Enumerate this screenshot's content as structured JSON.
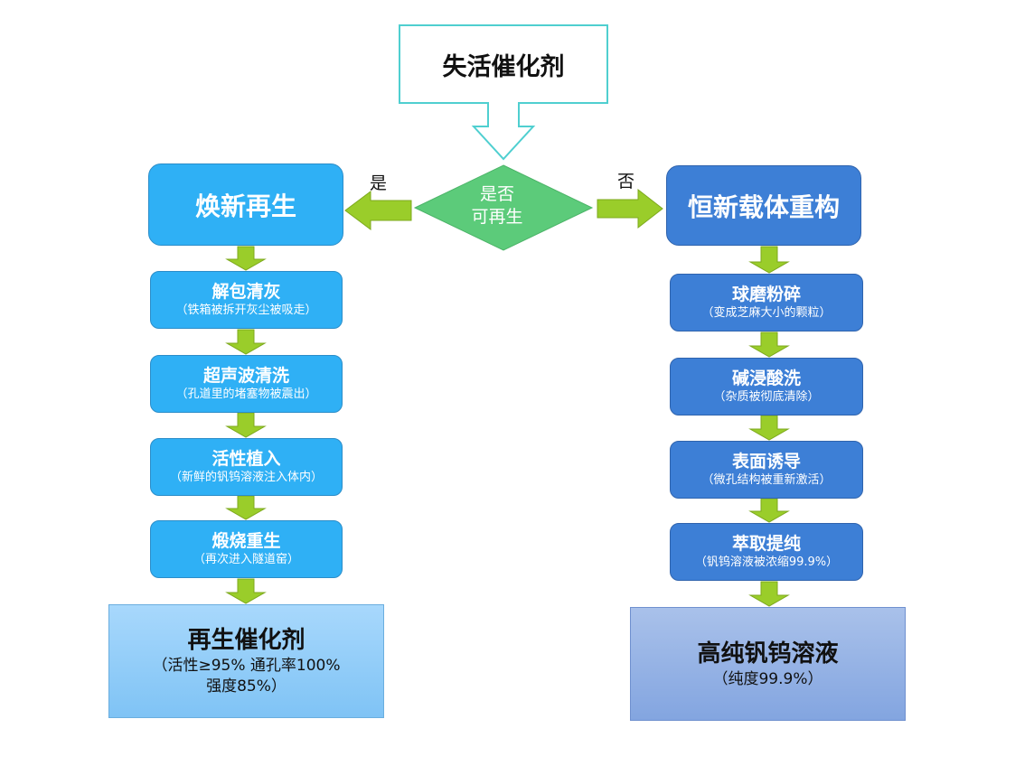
{
  "start": {
    "label": "失活催化剂"
  },
  "decision": {
    "line1": "是否",
    "line2": "可再生"
  },
  "branches": {
    "yes": "是",
    "no": "否"
  },
  "left": {
    "head": "焕新再生",
    "steps": [
      {
        "title": "解包清灰",
        "desc": "（铁箱被拆开灰尘被吸走）"
      },
      {
        "title": "超声波清洗",
        "desc": "（孔道里的堵塞物被震出）"
      },
      {
        "title": "活性植入",
        "desc": "（新鲜的钒钨溶液注入体内）"
      },
      {
        "title": "煅烧重生",
        "desc": "（再次进入隧道窑）"
      }
    ],
    "result": {
      "title": "再生催化剂",
      "desc_line1": "（活性≥95%  通孔率100%",
      "desc_line2": "强度85%）"
    }
  },
  "right": {
    "head": "恒新载体重构",
    "steps": [
      {
        "title": "球磨粉碎",
        "desc": "（变成芝麻大小的颗粒）"
      },
      {
        "title": "碱浸酸洗",
        "desc": "（杂质被彻底清除）"
      },
      {
        "title": "表面诱导",
        "desc": "（微孔结构被重新激活）"
      },
      {
        "title": "萃取提纯",
        "desc": "（钒钨溶液被浓缩99.9%）"
      }
    ],
    "result": {
      "title": "高纯钒钨溶液",
      "desc_line1": "（纯度99.9%）"
    }
  },
  "colors": {
    "start_border": "#4fcfd0",
    "decision_fill": "#5ccb7a",
    "arrow_fill": "#9acd2a",
    "arrow_stroke": "#7da91d",
    "left_box": "#2fb0f5",
    "right_box": "#3d7fd6"
  }
}
